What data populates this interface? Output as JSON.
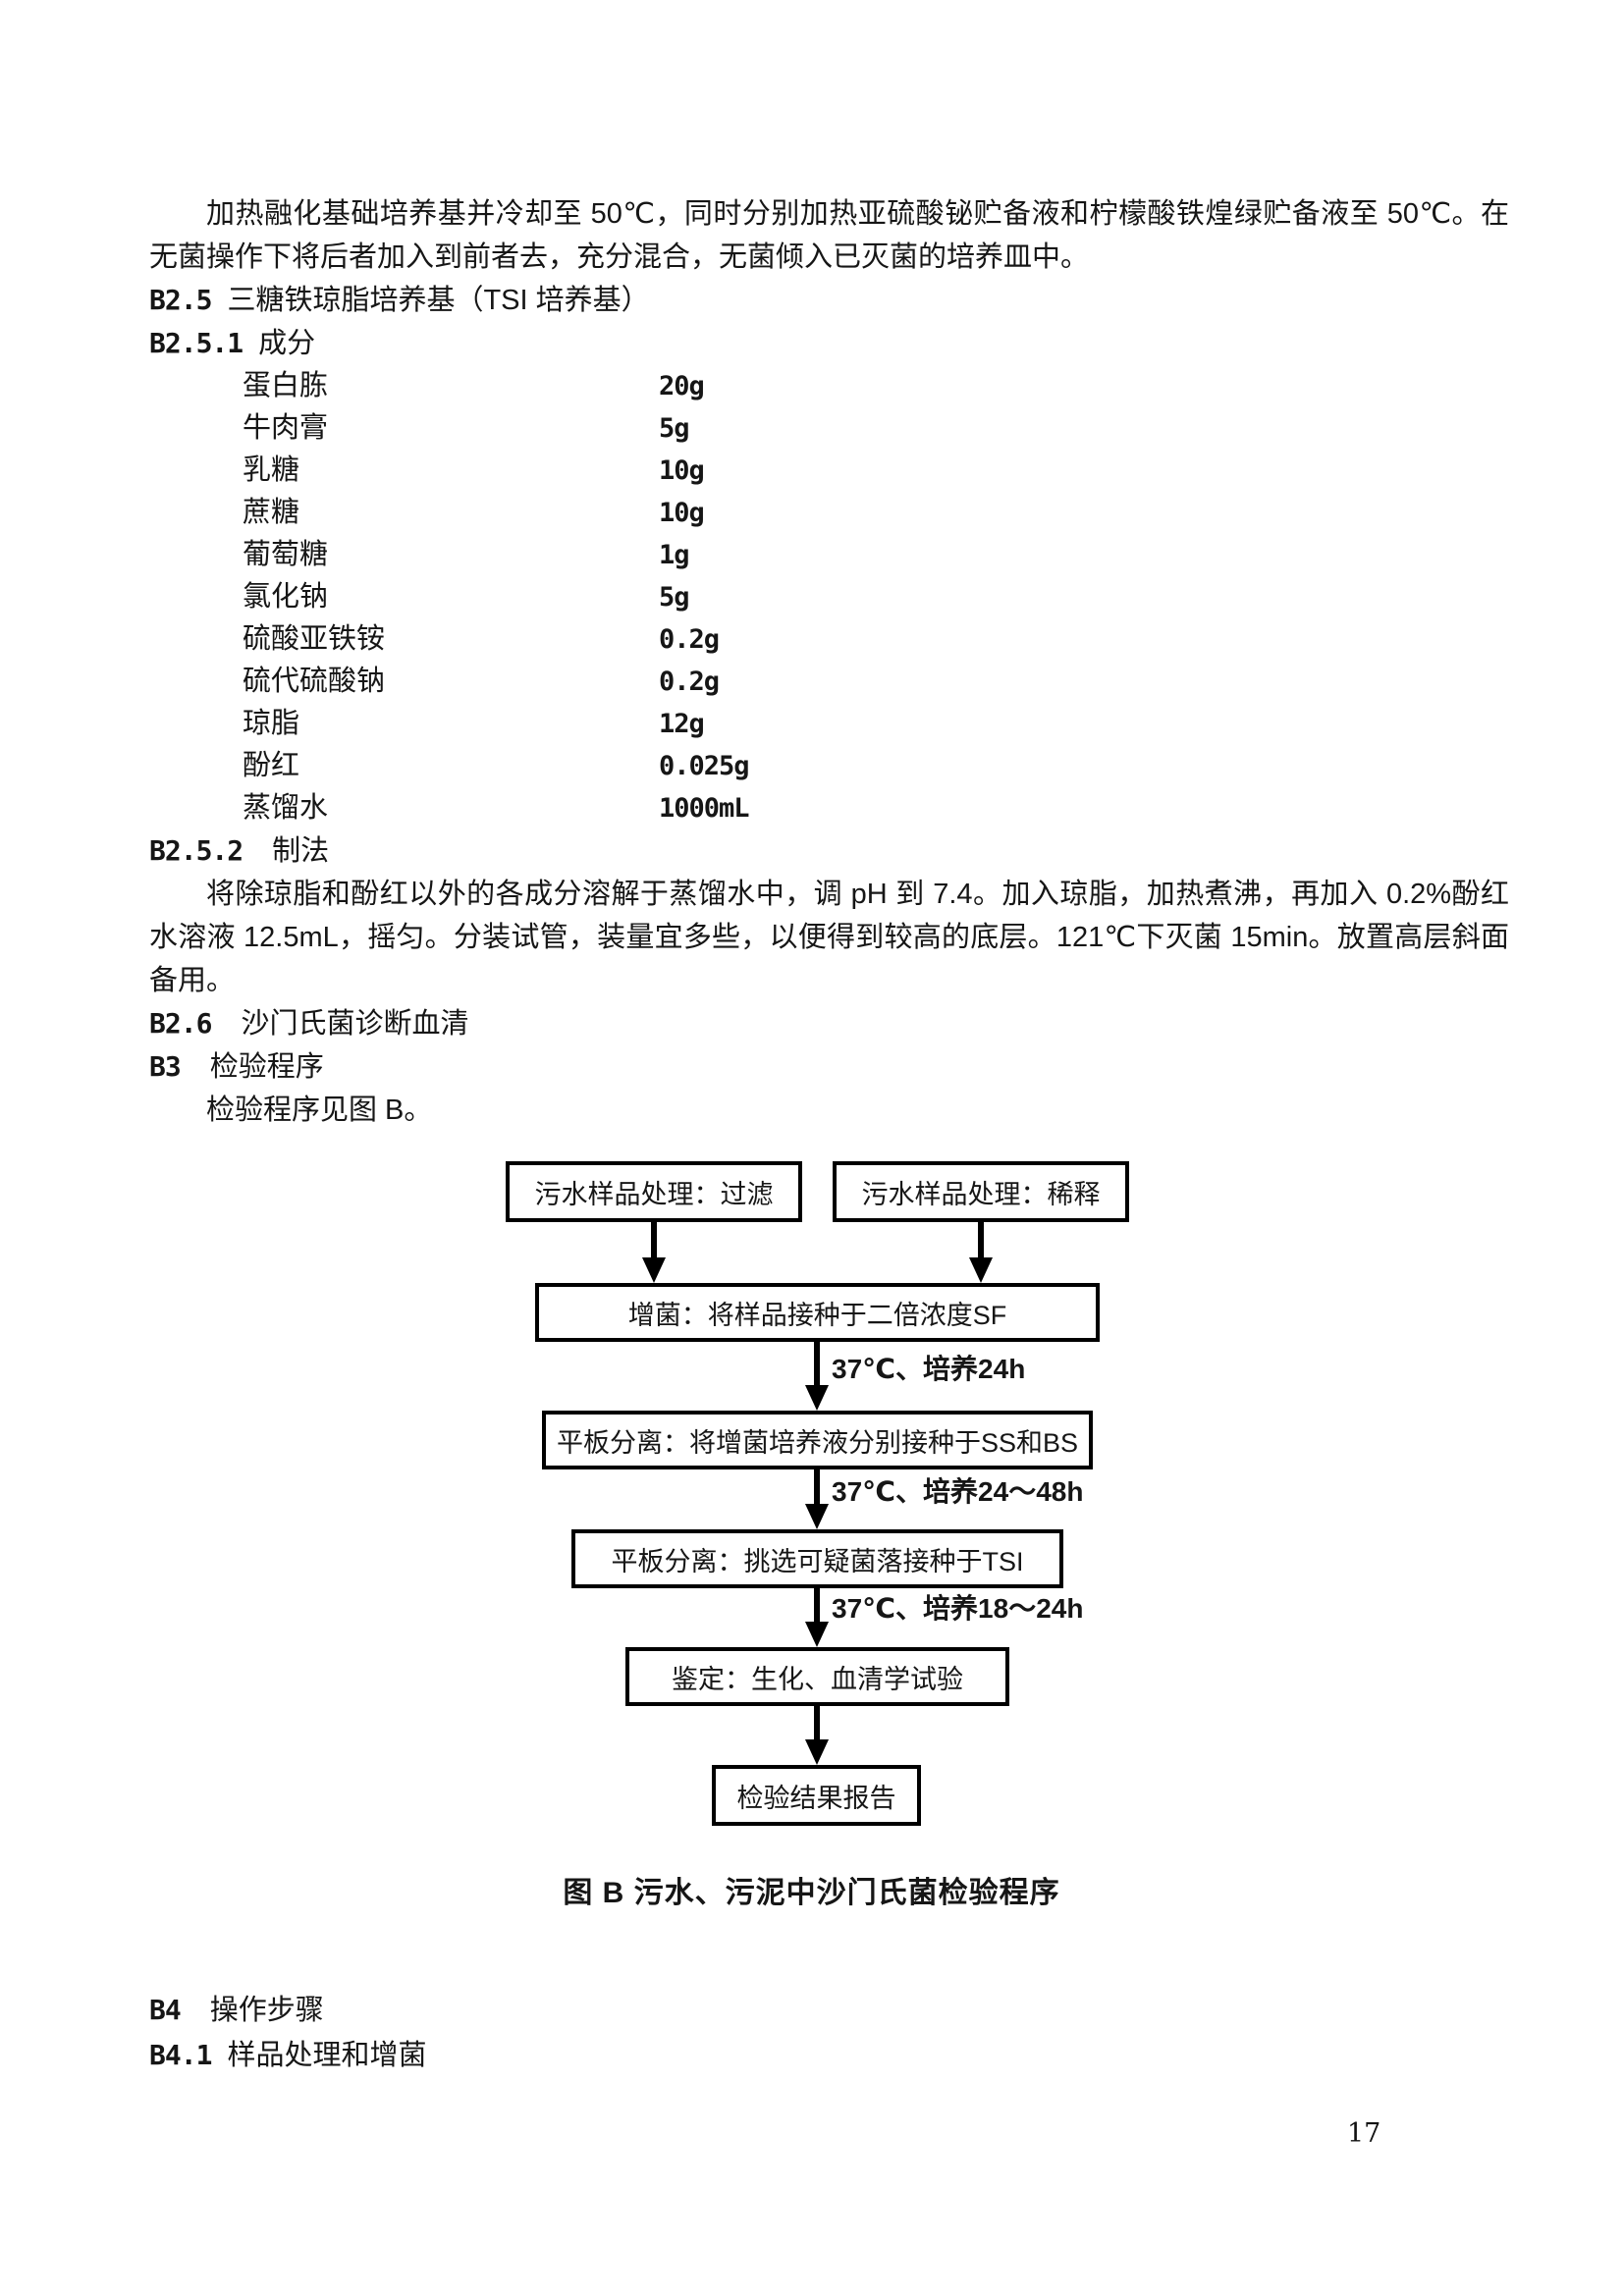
{
  "document": {
    "para1": "加热融化基础培养基并冷却至 50℃，同时分别加热亚硫酸铋贮备液和柠檬酸铁煌绿贮备液至 50℃。在无菌操作下将后者加入到前者去，充分混合，无菌倾入已灭菌的培养皿中。",
    "sections": [
      {
        "id": "B2.5",
        "title": "三糖铁琼脂培养基（TSI 培养基）"
      },
      {
        "id": "B2.5.1",
        "title": "成分"
      },
      {
        "id": "B2.5.2",
        "title": "制法"
      },
      {
        "id": "B2.6",
        "title": "沙门氏菌诊断血清"
      },
      {
        "id": "B3",
        "title": "检验程序"
      },
      {
        "id": "B4",
        "title": "操作步骤"
      },
      {
        "id": "B4.1",
        "title": "样品处理和增菌"
      }
    ],
    "ingredients": [
      {
        "name": "蛋白胨",
        "amount": "20g"
      },
      {
        "name": "牛肉膏",
        "amount": "5g"
      },
      {
        "name": "乳糖",
        "amount": "10g"
      },
      {
        "name": "蔗糖",
        "amount": "10g"
      },
      {
        "name": "葡萄糖",
        "amount": "1g"
      },
      {
        "name": "氯化钠",
        "amount": "5g"
      },
      {
        "name": "硫酸亚铁铵",
        "amount": "0.2g"
      },
      {
        "name": "硫代硫酸钠",
        "amount": "0.2g"
      },
      {
        "name": "琼脂",
        "amount": "12g"
      },
      {
        "name": "酚红",
        "amount": "0.025g"
      },
      {
        "name": "蒸馏水",
        "amount": "1000mL"
      }
    ],
    "para2": "将除琼脂和酚红以外的各成分溶解于蒸馏水中，调 pH 到 7.4。加入琼脂，加热煮沸，再加入 0.2%酚红水溶液 12.5mL，摇匀。分装试管，装量宜多些，以便得到较高的底层。121℃下灭菌 15min。放置高层斜面备用。",
    "procedure_note": "检验程序见图 B。",
    "page_number": "17"
  },
  "flowchart": {
    "top_boxes": [
      {
        "label": "污水样品处理：过滤"
      },
      {
        "label": "污水样品处理：稀释"
      }
    ],
    "steps": [
      {
        "box": "增菌：将样品接种于二倍浓度SF",
        "arrow_label": "37℃、培养24h"
      },
      {
        "box": "平板分离：将增菌培养液分别接种于SS和BS",
        "arrow_label": "37℃、培养24～48h"
      },
      {
        "box": "平板分离：挑选可疑菌落接种于TSI",
        "arrow_label": "37℃、培养18～24h"
      },
      {
        "box": "鉴定：生化、血清学试验",
        "arrow_label": ""
      },
      {
        "box": "检验结果报告",
        "arrow_label": ""
      }
    ],
    "caption": "图 B  污水、污泥中沙门氏菌检验程序"
  }
}
